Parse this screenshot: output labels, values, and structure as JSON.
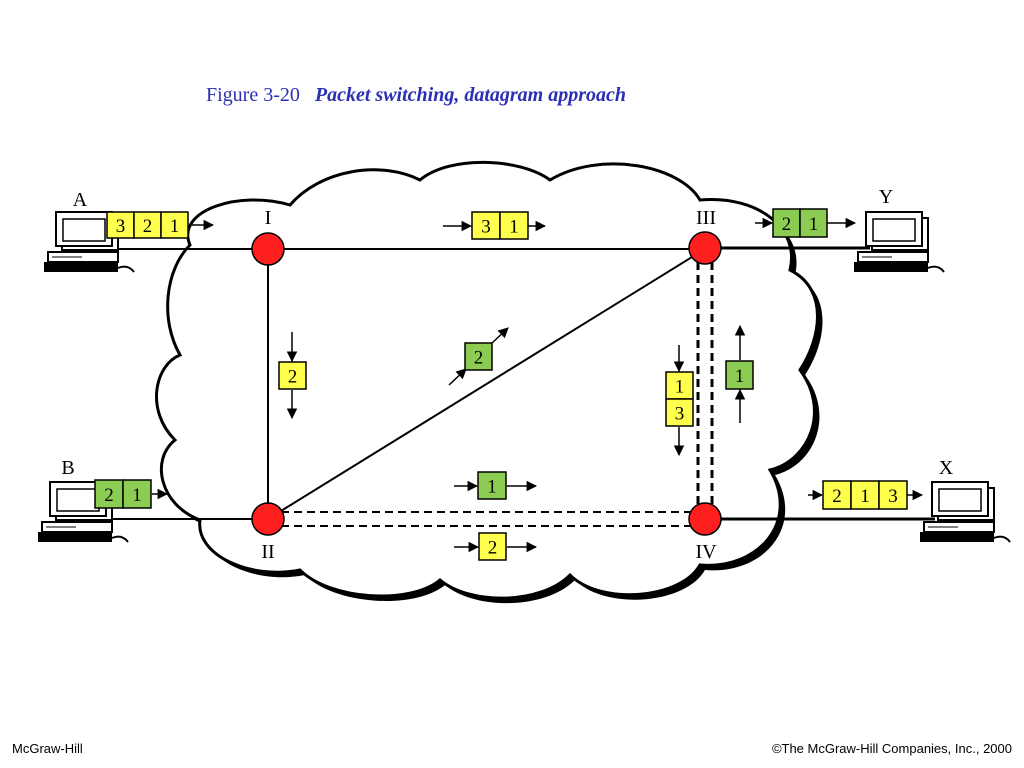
{
  "title": {
    "figure": "Figure  3-20",
    "caption": "Packet switching, datagram approach"
  },
  "footer": {
    "left": "McGraw-Hill",
    "right": "©The McGraw-Hill Companies, Inc., 2000"
  },
  "stations": {
    "A": "A",
    "B": "B",
    "Y": "Y",
    "X": "X"
  },
  "switches": {
    "I": "I",
    "II": "II",
    "III": "III",
    "IV": "IV"
  },
  "packets": {
    "a_out": [
      "3",
      "2",
      "1"
    ],
    "b_out": [
      "2",
      "1"
    ],
    "y_in": [
      "2",
      "1"
    ],
    "x_in": [
      "2",
      "1",
      "3"
    ],
    "i_to_iii": [
      "3",
      "1"
    ],
    "i_to_ii": [
      "2"
    ],
    "ii_to_iii": [
      "2"
    ],
    "iii_to_iv": [
      "1",
      "3"
    ],
    "iv_to_iii": [
      "1"
    ],
    "ii_to_iv_upper": [
      "1"
    ],
    "ii_to_iv_lower": [
      "2"
    ]
  },
  "colors": {
    "yellow": "#ffff4d",
    "green": "#8ccc52",
    "node": "#ff1f1f",
    "title": "#2b2fb4"
  }
}
